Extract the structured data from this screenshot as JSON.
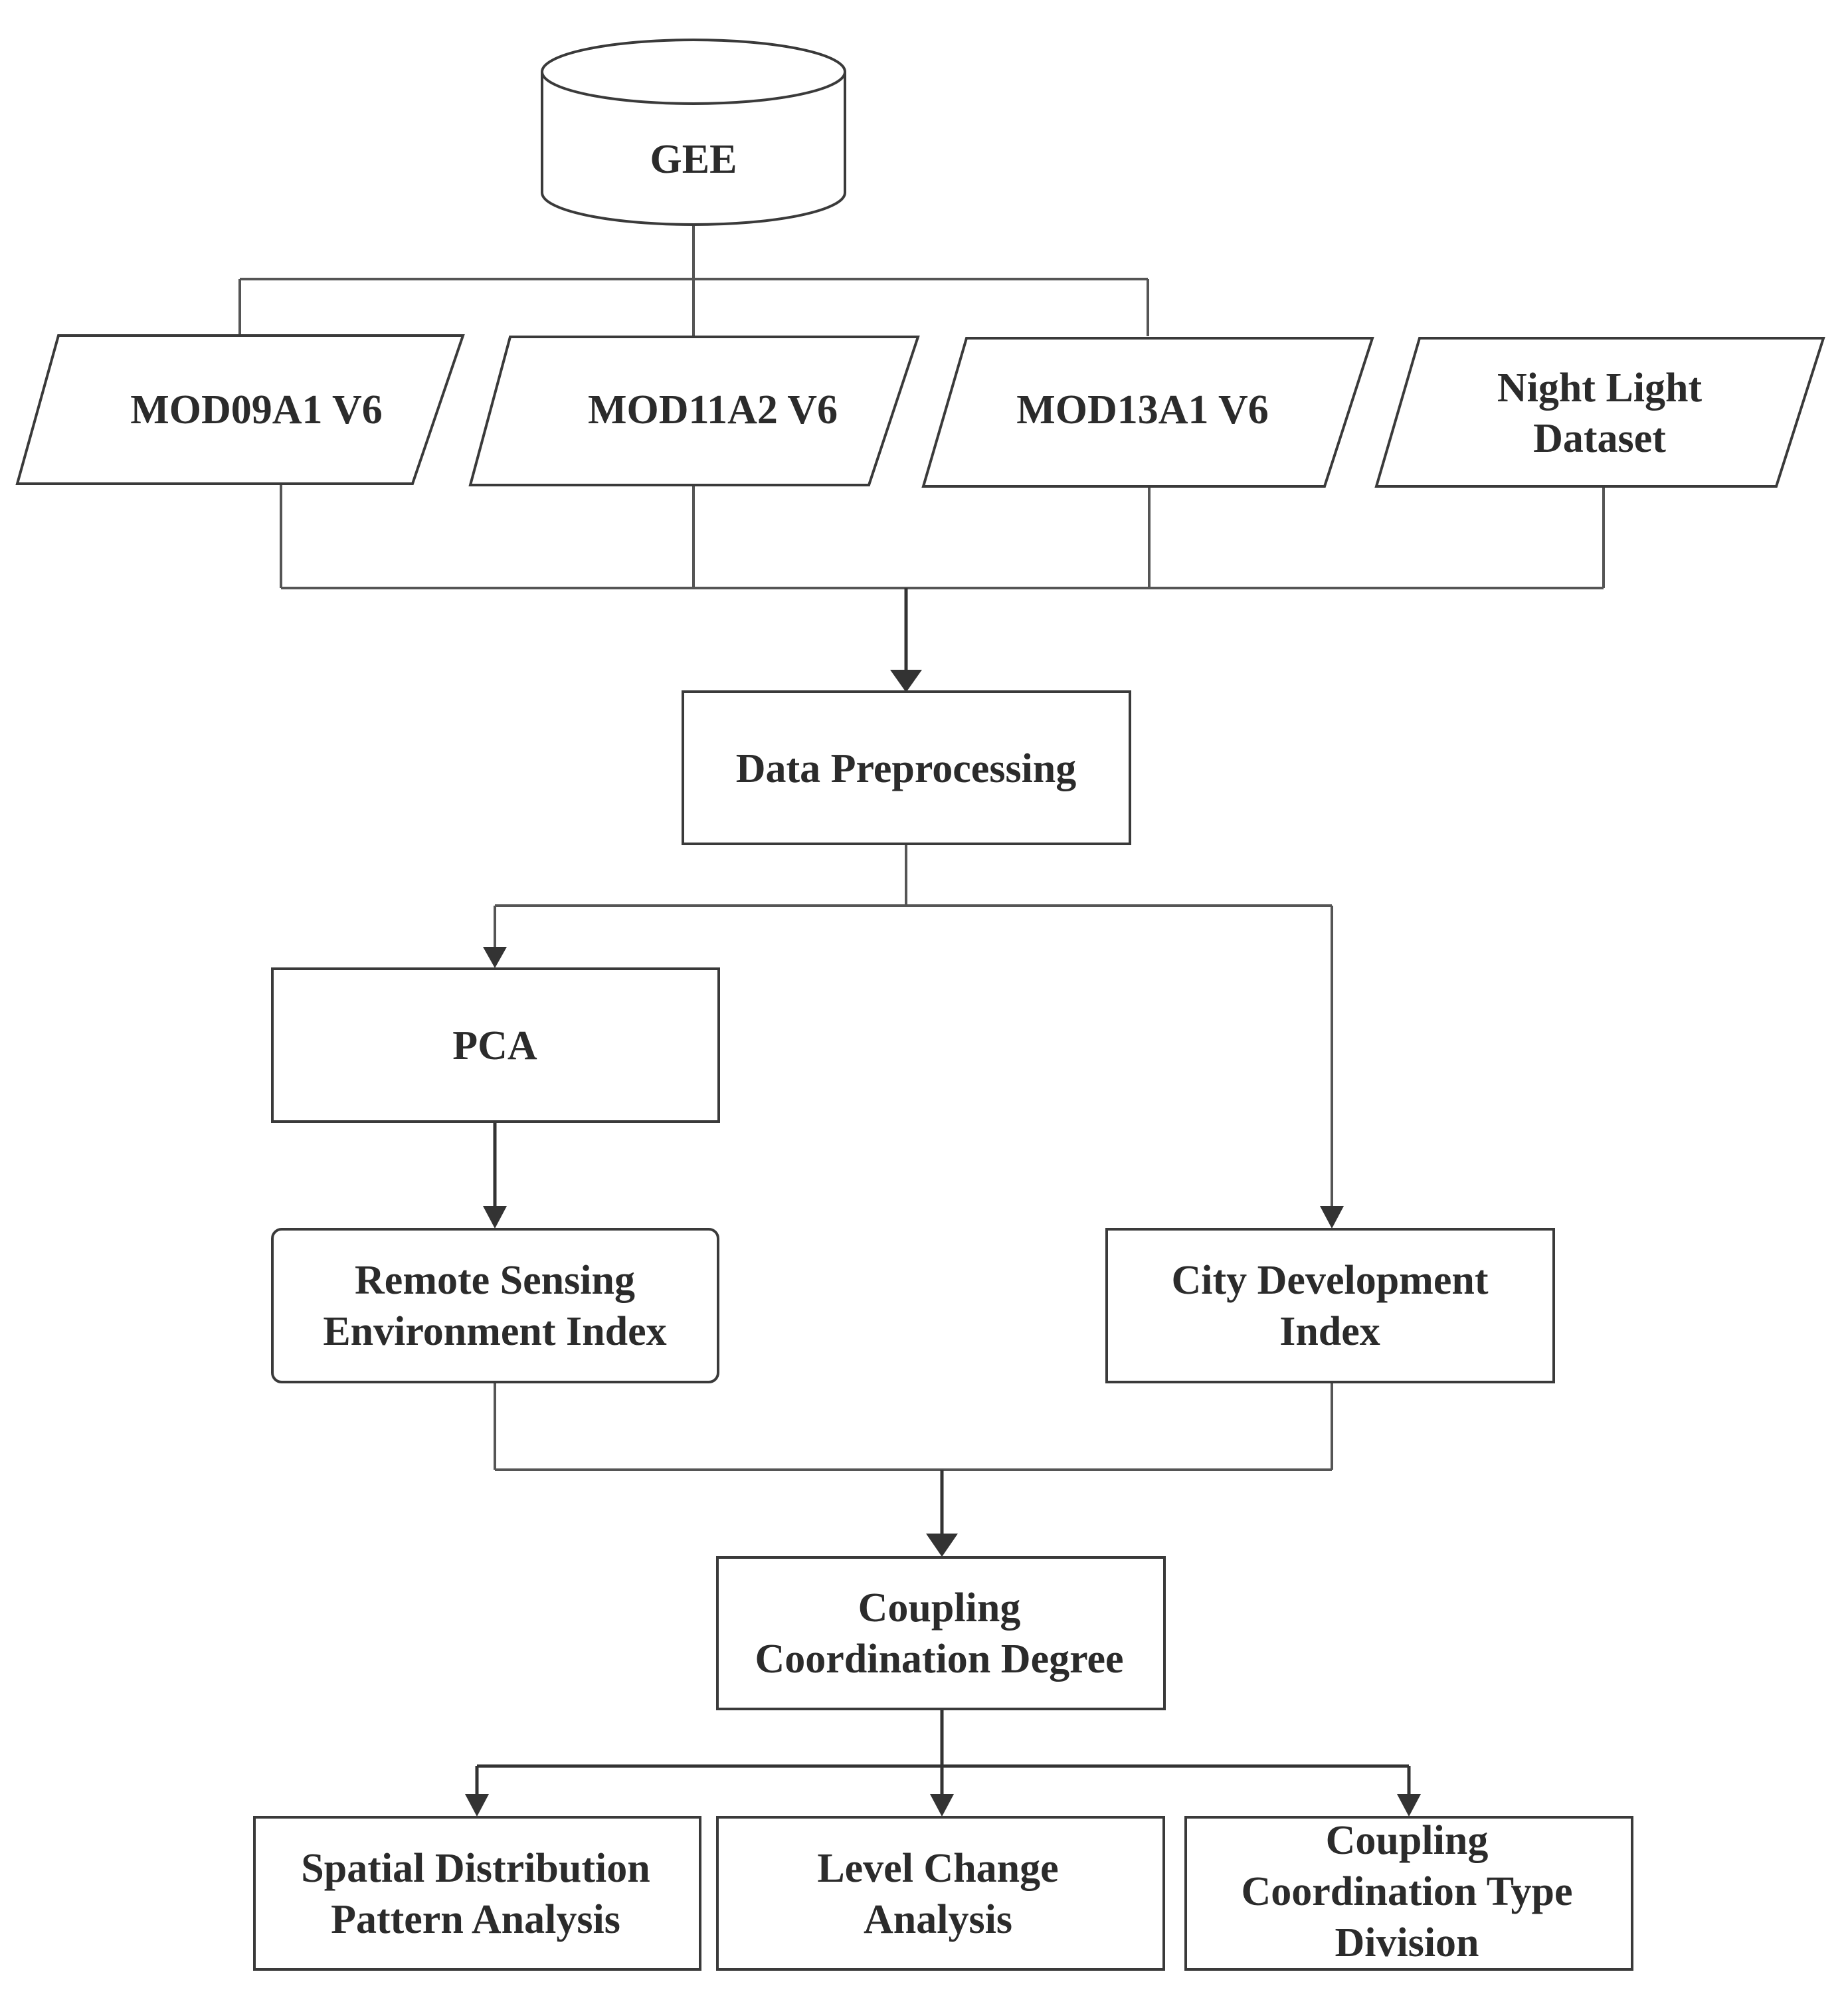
{
  "source": {
    "label": "GEE"
  },
  "datasets": [
    {
      "label": "MOD09A1 V6"
    },
    {
      "label": "MOD11A2 V6"
    },
    {
      "label": "MOD13A1 V6"
    },
    {
      "label_line1": "Night Light",
      "label_line2": "Dataset"
    }
  ],
  "preprocessing": {
    "label": "Data Preprocessing"
  },
  "pca": {
    "label": "PCA"
  },
  "rsei": {
    "label_line1": "Remote Sensing",
    "label_line2": "Environment Index"
  },
  "cdi": {
    "label_line1": "City Development",
    "label_line2": "Index"
  },
  "coupling": {
    "label_line1": "Coupling",
    "label_line2": "Coordination Degree"
  },
  "outputs": [
    {
      "label_line1": "Spatial Distribution",
      "label_line2": "Pattern Analysis"
    },
    {
      "label_line1": "Level Change",
      "label_line2": "Analysis"
    },
    {
      "label_line1": "Coupling",
      "label_line2": "Coordination Type",
      "label_line3": "Division"
    }
  ]
}
